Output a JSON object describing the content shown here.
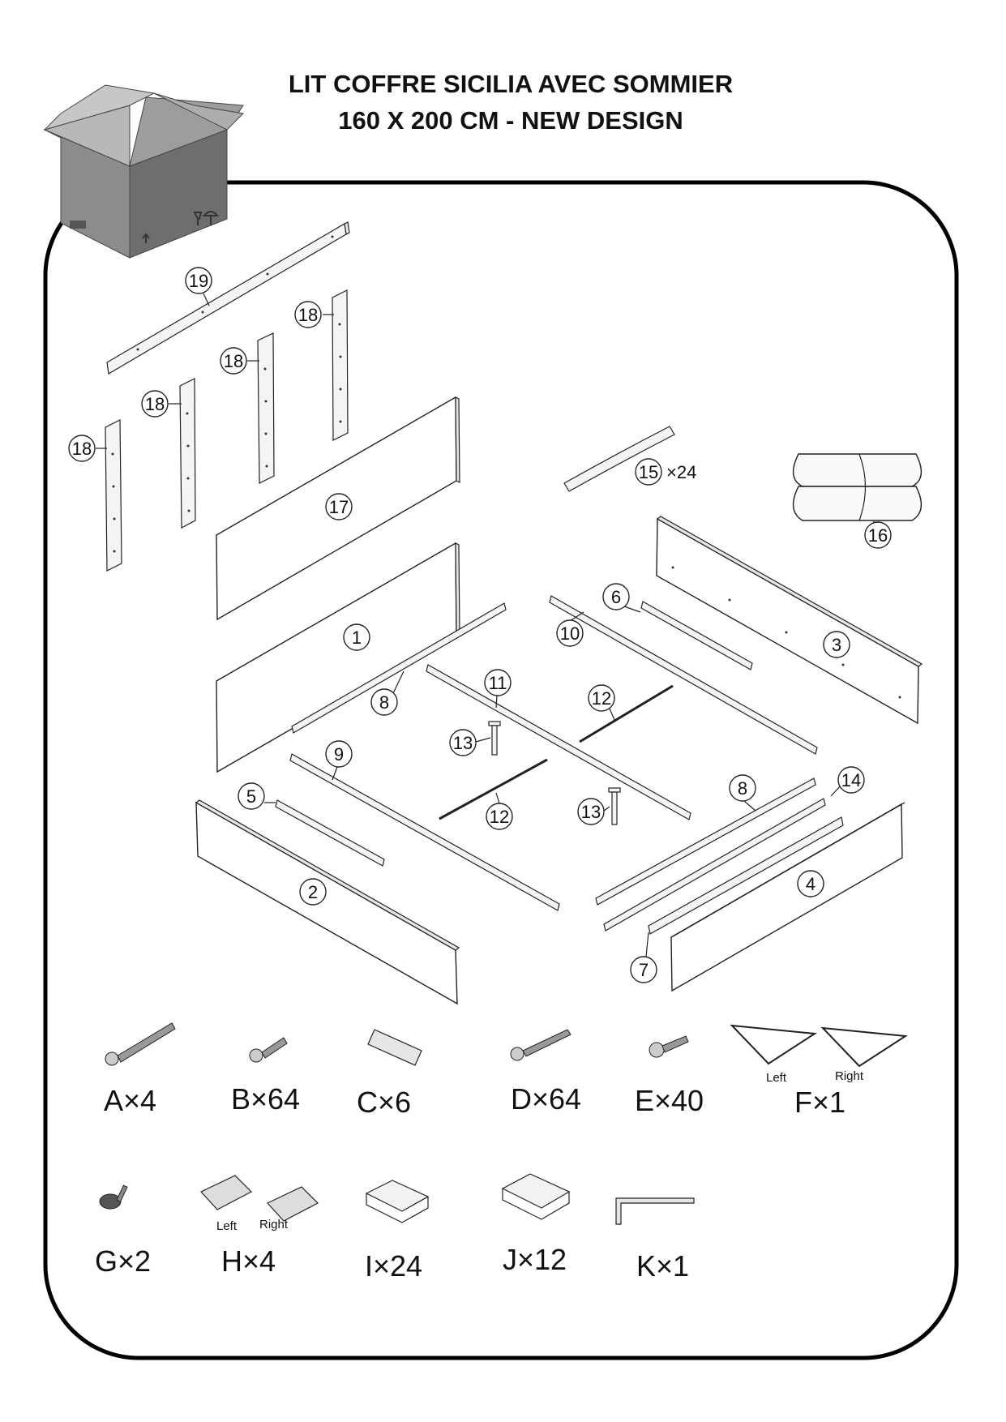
{
  "title": {
    "line1": "LIT COFFRE SICILIA AVEC SOMMIER",
    "line2": "160 X 200 CM - NEW DESIGN"
  },
  "icons": [
    "cardboard-box-icon",
    "fragile-glass-icon",
    "keep-dry-umbrella-icon",
    "this-way-up-icon"
  ],
  "parts": [
    {
      "no": "1"
    },
    {
      "no": "2"
    },
    {
      "no": "3"
    },
    {
      "no": "4"
    },
    {
      "no": "5"
    },
    {
      "no": "6"
    },
    {
      "no": "7"
    },
    {
      "no": "8"
    },
    {
      "no": "9"
    },
    {
      "no": "10"
    },
    {
      "no": "11"
    },
    {
      "no": "12"
    },
    {
      "no": "13"
    },
    {
      "no": "14"
    },
    {
      "no": "15",
      "qty": "×24"
    },
    {
      "no": "16"
    },
    {
      "no": "17"
    },
    {
      "no": "18"
    },
    {
      "no": "19"
    }
  ],
  "hardware": [
    {
      "code": "A×4",
      "item": "long-bolt"
    },
    {
      "code": "B×64",
      "item": "short-bolt"
    },
    {
      "code": "C×6",
      "item": "wooden-dowel"
    },
    {
      "code": "D×64",
      "item": "wood-screw"
    },
    {
      "code": "E×40",
      "item": "short-screw"
    },
    {
      "code": "F×1",
      "item": "gas-lift-mechanism",
      "left": "Left",
      "right": "Right"
    },
    {
      "code": "G×2",
      "item": "adjustable-foot"
    },
    {
      "code": "H×4",
      "item": "bed-connector-bracket",
      "left": "Left",
      "right": "Right"
    },
    {
      "code": "I×24",
      "item": "slat-holder"
    },
    {
      "code": "J×12",
      "item": "double-slat-holder"
    },
    {
      "code": "K×1",
      "item": "allen-key"
    }
  ]
}
